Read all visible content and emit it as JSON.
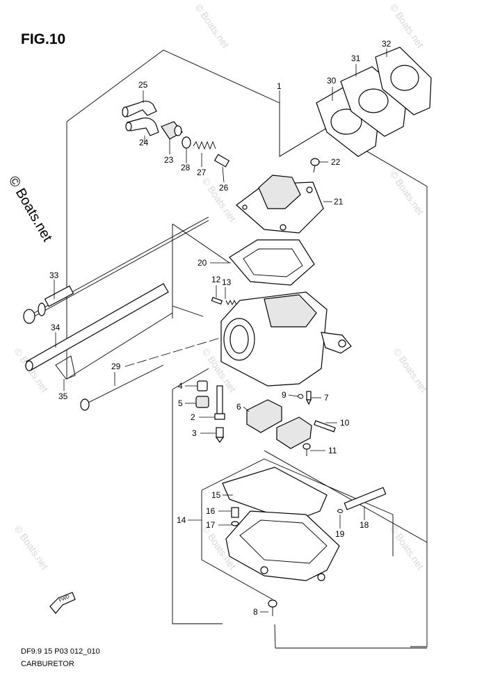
{
  "figure": {
    "fig_title": "FIG.10",
    "code": "DF9.9 15 P03 012_010",
    "name": "CARBURETOR",
    "fwd_arrow_text": "FWD"
  },
  "watermark": {
    "side_text": "© Boats.net",
    "repeat_text": "© Boats.net"
  },
  "callouts": [
    "1",
    "2",
    "3",
    "4",
    "5",
    "6",
    "7",
    "8",
    "9",
    "10",
    "11",
    "12",
    "13",
    "14",
    "15",
    "16",
    "17",
    "18",
    "19",
    "20",
    "21",
    "22",
    "23",
    "24",
    "25",
    "26",
    "27",
    "28",
    "29",
    "30",
    "31",
    "32",
    "33",
    "34",
    "35"
  ]
}
